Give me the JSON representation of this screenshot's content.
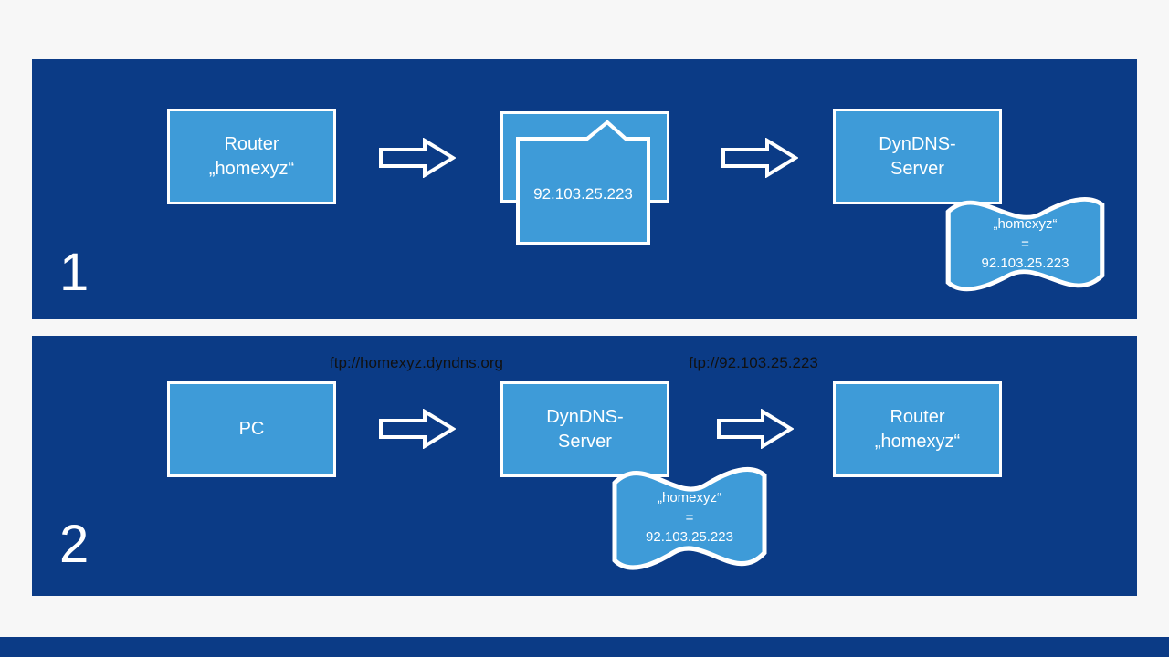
{
  "colors": {
    "background": "#f7f7f7",
    "panel_blue": "#0b3b86",
    "node_blue": "#3e9bd8",
    "stroke_white": "#ffffff",
    "url_text": "#111111"
  },
  "step1": {
    "number": "1",
    "router": {
      "line1": "Router",
      "line2": "„homexyz“"
    },
    "ip_message": "92.103.25.223",
    "dyndns": {
      "line1": "DynDNS-",
      "line2": "Server"
    },
    "note": {
      "line1": "„homexyz“",
      "line2": "=",
      "line3": "92.103.25.223"
    }
  },
  "step2": {
    "number": "2",
    "url_left": "ftp://homexyz.dyndns.org",
    "url_right": "ftp://92.103.25.223",
    "pc": "PC",
    "dyndns": {
      "line1": "DynDNS-",
      "line2": "Server"
    },
    "router": {
      "line1": "Router",
      "line2": "„homexyz“"
    },
    "note": {
      "line1": "„homexyz“",
      "line2": "=",
      "line3": "92.103.25.223"
    }
  }
}
